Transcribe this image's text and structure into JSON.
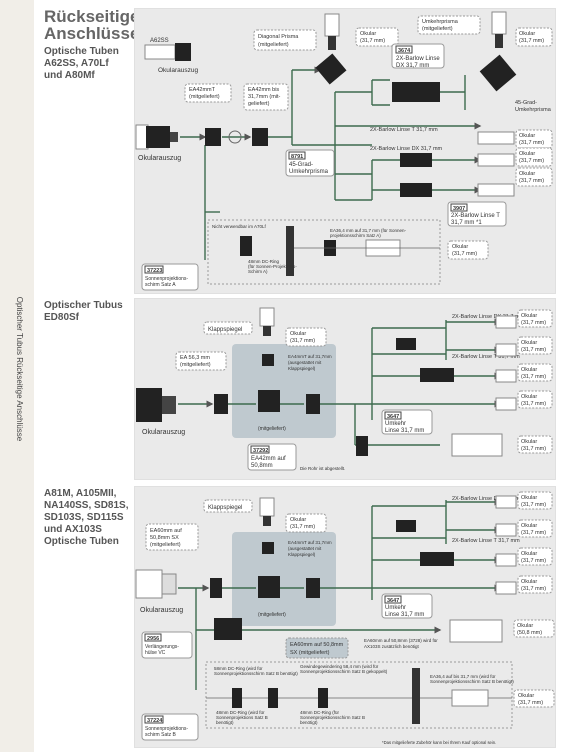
{
  "sidebar": {
    "title": "Optischer Tubus Rückseitige Anschlüsse"
  },
  "section1": {
    "title_line1": "Rückseitige",
    "title_line2": "Anschlüsse:",
    "subtitle_line1": "Optische Tuben",
    "subtitle_line2": "A62SS, A70Lf",
    "subtitle_line3": "und A80Mf",
    "labels": {
      "a62ss": "A62SS",
      "okularauszug_top": "Okularauszug",
      "okularauszug_main": "Okularauszug",
      "diag_prism_1": "Diagonal Prisma",
      "diag_prism_2": "(mitgeliefert)",
      "ea42_1": "EA42mmT",
      "ea42_2": "(mitgeliefert)",
      "ea42b_1": "EA42mm bis",
      "ea42b_2": "31,7mm (mit-",
      "ea42b_3": "geliefert)",
      "okular1_1": "Okular",
      "okular1_2": "(31,7 mm)",
      "umkehr_1": "Umkehrprisma",
      "umkehr_2": "(mitgeliefert)",
      "okular2_1": "Okular",
      "okular2_2": "(31,7 mm)",
      "code3674": "3674",
      "barlow2dx_1": "2X-Barlow Linse",
      "barlow2dx_2": "DX 31,7 mm",
      "grad45_r_1": "45-Grad-",
      "grad45_r_2": "Umkehrprisma",
      "barlowT_row": "2X-Barlow Linse T 31,7 mm",
      "okular3_1": "Okular",
      "okular3_2": "(31,7 mm)",
      "code8791": "8791",
      "grad45_l_1": "45-Grad-",
      "grad45_l_2": "Umkehrprisma",
      "barlowDX_row": "2X-Barlow Linse DX 31,7 mm",
      "okular4_1": "Okular",
      "okular4_2": "(31,7 mm)",
      "okular5_1": "Okular",
      "okular5_2": "(31,7 mm)",
      "code3907": "3907",
      "barlowT2_1": "2X-Barlow Linse T",
      "barlowT2_2": "31,7 mm *1",
      "note_a70lf": "Nicht verwendbar im A70Lf",
      "ring48_1": "48mm DC-Ring",
      "ring48_2": "(für Sonnen-Projektions-",
      "ring48_3": "Schirm A)",
      "ea364_1": "EA36,4 mm auf 31,7 mm (für Sonnen-",
      "ea364_2": "projektionsschirm Satz A)",
      "okular6_1": "Okular",
      "okular6_2": "(31,7 mm)",
      "code37223": "37223",
      "sonnen_a_1": "Sonnenprojektions-",
      "sonnen_a_2": "schirm Satz A"
    }
  },
  "section2": {
    "title_line1": "Optischer Tubus",
    "title_line2": "ED80Sf",
    "labels": {
      "klappspiegel": "Klappspiegel",
      "okular_1": "Okular",
      "okular_2": "(31,7 mm)",
      "ea563_1": "EA 56,3 mm",
      "ea563_2": "(mitgeliefert)",
      "ea4_1": "EA4mmT auf 31,7mm",
      "ea4_2": "(ausgestattet mit",
      "ea4_3": "Klappspiegel)",
      "okularauszug": "Okularauszug",
      "mitgeliefert": "(mitgeliefert)",
      "barlow2dx": "2X-Barlow Linse DX 31,7 mm",
      "barlowT": "2X-Barlow Linse T 31,7 mm",
      "okA_1": "Okular",
      "okA_2": "(31,7 mm)",
      "okB_1": "Okular",
      "okB_2": "(31,7 mm)",
      "okC_1": "Okular",
      "okC_2": "(31,7 mm)",
      "okD_1": "Okular",
      "okD_2": "(31,7 mm)",
      "okE_1": "Okular",
      "okE_2": "(31,7 mm)",
      "code3647": "3647",
      "umkehr_1": "Umkehr",
      "umkehr_2": "Linse 31,7 mm",
      "code37292": "37292",
      "ea42_1": "EA42mm auf",
      "ea42_2": "50,8mm",
      "rohr_note": "Die Rohr ist abgestellt."
    }
  },
  "section3": {
    "title_line1": "A81M, A105MII,",
    "title_line2": "NA140SS, SD81S,",
    "title_line3": "SD103S, SD115S",
    "title_line4": "und AX103S",
    "title_line5": "Optische Tuben",
    "labels": {
      "klappspiegel": "Klappspiegel",
      "okular_1": "Okular",
      "okular_2": "(31,7 mm)",
      "ea60sx_1": "EA60mm auf",
      "ea60sx_2": "50,8mm SX",
      "ea60sx_3": "(mitgeliefert)",
      "ea4_1": "EA4mmT auf 31,7mm",
      "ea4_2": "(ausgestattet mit",
      "ea4_3": "Klappspiegel)",
      "okularauszug": "Okularauszug",
      "mitgeliefert": "(mitgeliefert)",
      "barlow2dx": "2X-Barlow Linse DX 31,7 mm",
      "barlowT": "2X-Barlow Linse T 31,7 mm",
      "okA_1": "Okular",
      "okA_2": "(31,7 mm)",
      "okB_1": "Okular",
      "okB_2": "(31,7 mm)",
      "okC_1": "Okular",
      "okC_2": "(31,7 mm)",
      "okD_1": "Okular",
      "okD_2": "(31,7 mm)",
      "code3647": "3647",
      "umkehr_1": "Umkehr",
      "umkehr_2": "Linse 31,7 mm",
      "code2956": "2956",
      "verl_1": "Verlängerungs-",
      "verl_2": "hülse VC",
      "ea60b_1": "EA60mm auf 50,8mm",
      "ea60b_2": "SX (mitgeliefert)",
      "ea60note_1": "EA60mm auf 50,8mm (3728) wird für",
      "ea60note_2": "AX103S zusätzlich benötigt",
      "ok508_1": "Okular",
      "ok508_2": "(50,8 mm)",
      "ring1": "58mm DC-Ring (wird für",
      "ring2": "Sonnenprojektionsschirm Satz B benötigt)",
      "gew1": "Gewindegewindering 58,4 mm (wird für",
      "gew2": "Sonnenprojektionsschirm Satz B gekoppelt)",
      "ea364_1": "EA36,4 auf bis 31,7 mm (wird für",
      "ea364_2": "Sonnenprojektionsschirm Satz B benötigt)",
      "ring48_1": "48mm DC-Ring (wird für",
      "ring48_2": "Sonnenprojektions Satz B",
      "ring48_3": "benötigt)",
      "ring48b_1": "48mm DC-Ring (für",
      "ring48b_2": "Sonnenprojektionsschirm Satz B",
      "ring48b_3": "benötigt)",
      "okF_1": "Okular",
      "okF_2": "(31,7 mm)",
      "code37224": "37224",
      "sonnen_b_1": "Sonnenprojektions-",
      "sonnen_b_2": "schirm Satz B"
    }
  },
  "footnote": "*Das mitgelieferte Zubehör kann bei Ihrem Kauf optional sein."
}
